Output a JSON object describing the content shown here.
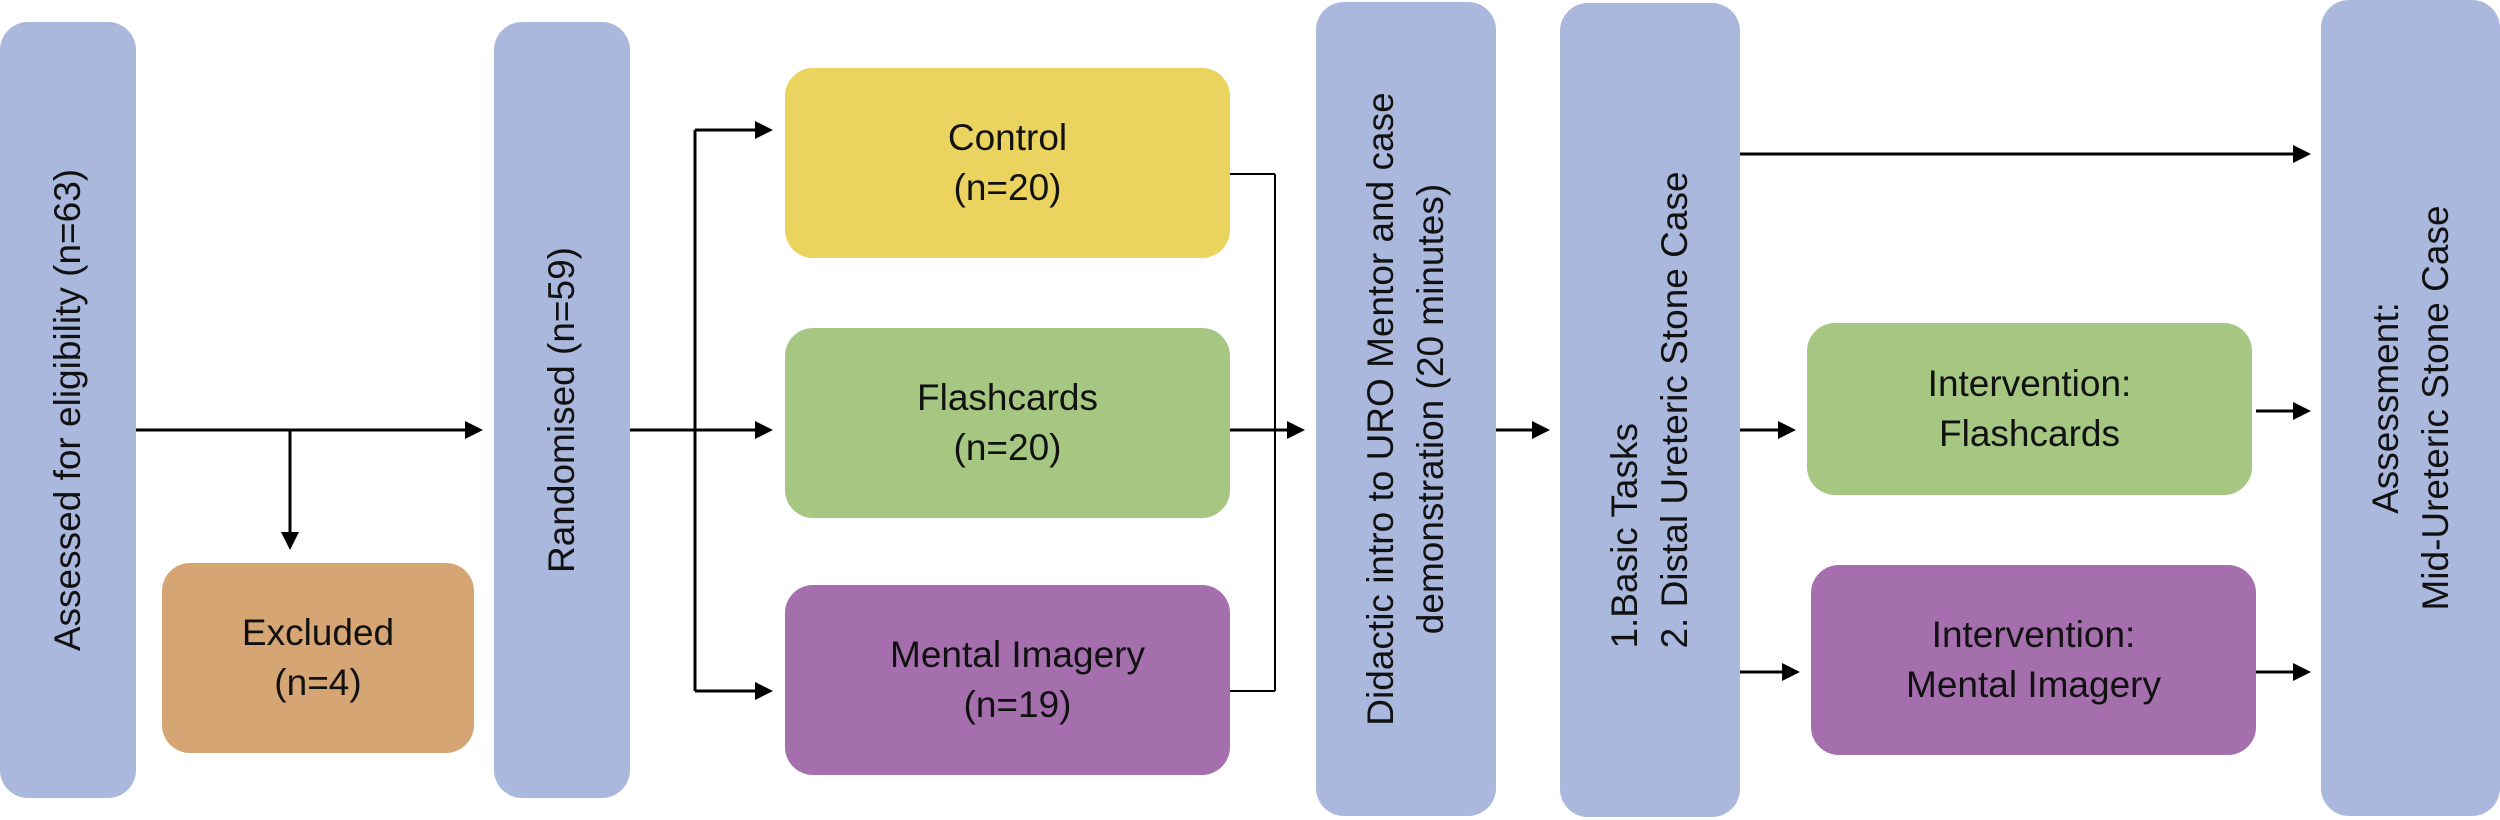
{
  "diagram": {
    "colors": {
      "stage": "#abb8de",
      "control": "#ead35f",
      "flashcards": "#a6c781",
      "mental_imagery": "#a56fae",
      "excluded": "#d6a574",
      "connector": "#000000"
    },
    "stages": {
      "eligibility": "Assessed for eligibility (n=63)",
      "randomised": "Randomised (n=59)",
      "didactic": [
        "Didactic intro to URO Mentor and case",
        "demonstration (20 minutes)"
      ],
      "tasks": [
        "1.Basic Tasks",
        "2. Distal Ureteric Stone Case"
      ],
      "assessment": [
        "Assessment:",
        "Mid-Ureteric Stone Case"
      ]
    },
    "excluded": {
      "title": "Excluded",
      "count": "(n=4)"
    },
    "groups": [
      {
        "title": "Control",
        "count": "(n=20)"
      },
      {
        "title": "Flashcards",
        "count": "(n=20)"
      },
      {
        "title": "Mental Imagery",
        "count": "(n=19)"
      }
    ],
    "interventions": [
      {
        "title": "Intervention:",
        "subtitle": "Flashcards"
      },
      {
        "title": "Intervention:",
        "subtitle": "Mental Imagery"
      }
    ]
  }
}
